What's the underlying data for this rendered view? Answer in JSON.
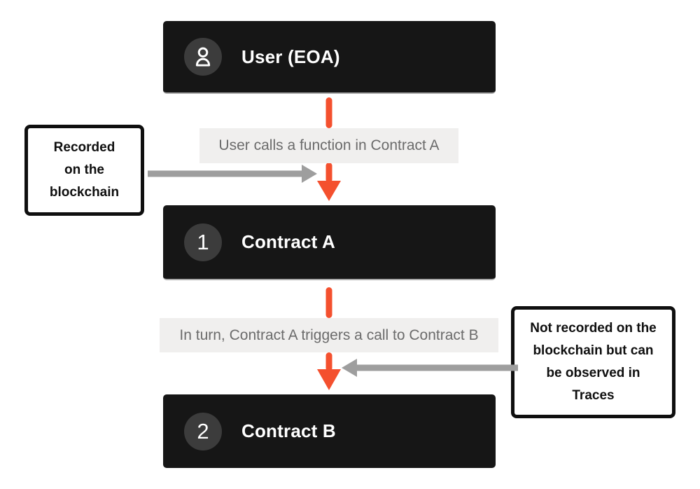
{
  "diagram": {
    "nodes": [
      {
        "title": "User (EOA)"
      },
      {
        "title": "Contract A",
        "badge": "1"
      },
      {
        "title": "Contract B",
        "badge": "2"
      }
    ],
    "edge_labels": [
      "User calls a function in Contract A",
      "In turn, Contract A triggers a call to Contract B"
    ],
    "notes": [
      "Recorded\non the\nblockchain",
      "Not recorded on the\nblockchain but can\nbe observed in\nTraces"
    ],
    "colors": {
      "node_background": "#161616",
      "badge_background": "#3c3c3c",
      "arrow_orange": "#f4502e",
      "arrow_gray": "#9e9e9e",
      "edge_label_background": "#f0efee",
      "edge_label_text": "#6b6b6b",
      "note_border": "#0f0f0f"
    }
  }
}
